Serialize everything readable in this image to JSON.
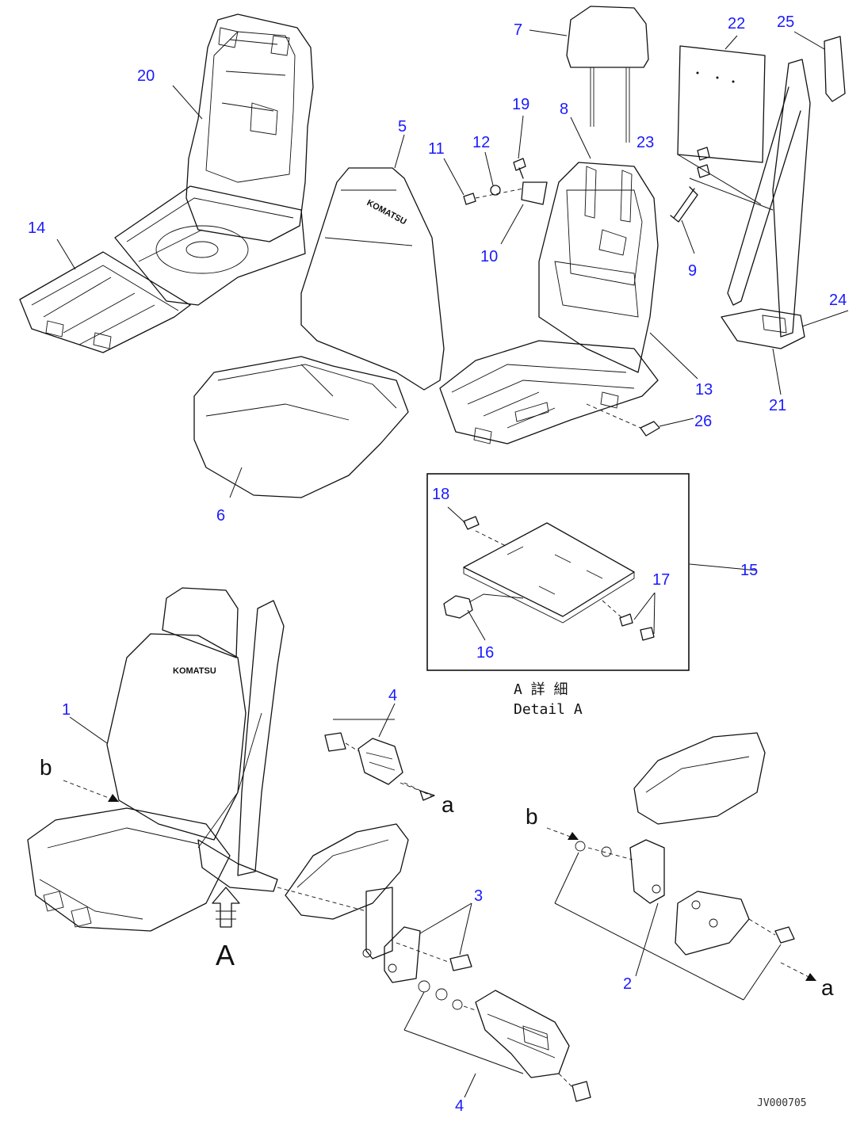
{
  "callouts": [
    {
      "label": "1"
    },
    {
      "label": "2"
    },
    {
      "label": "3"
    },
    {
      "label": "4"
    },
    {
      "label": "4"
    },
    {
      "label": "5"
    },
    {
      "label": "6"
    },
    {
      "label": "7"
    },
    {
      "label": "8"
    },
    {
      "label": "9"
    },
    {
      "label": "10"
    },
    {
      "label": "11"
    },
    {
      "label": "12"
    },
    {
      "label": "13"
    },
    {
      "label": "14"
    },
    {
      "label": "15"
    },
    {
      "label": "16"
    },
    {
      "label": "17"
    },
    {
      "label": "18"
    },
    {
      "label": "19"
    },
    {
      "label": "20"
    },
    {
      "label": "21"
    },
    {
      "label": "22"
    },
    {
      "label": "23"
    },
    {
      "label": "24"
    },
    {
      "label": "25"
    },
    {
      "label": "26"
    }
  ],
  "reference_letters": {
    "b_left": "b",
    "a_top": "a",
    "b_right": "b",
    "a_right": "a",
    "view_arrow": "A"
  },
  "detail_caption": {
    "line1": "A 詳 細",
    "line2": "Detail A"
  },
  "document_id": "JV000705",
  "logo_text": "KOMATSU",
  "colors": {
    "callout": "#1a1aff",
    "line": "#111111",
    "background": "#ffffff"
  }
}
